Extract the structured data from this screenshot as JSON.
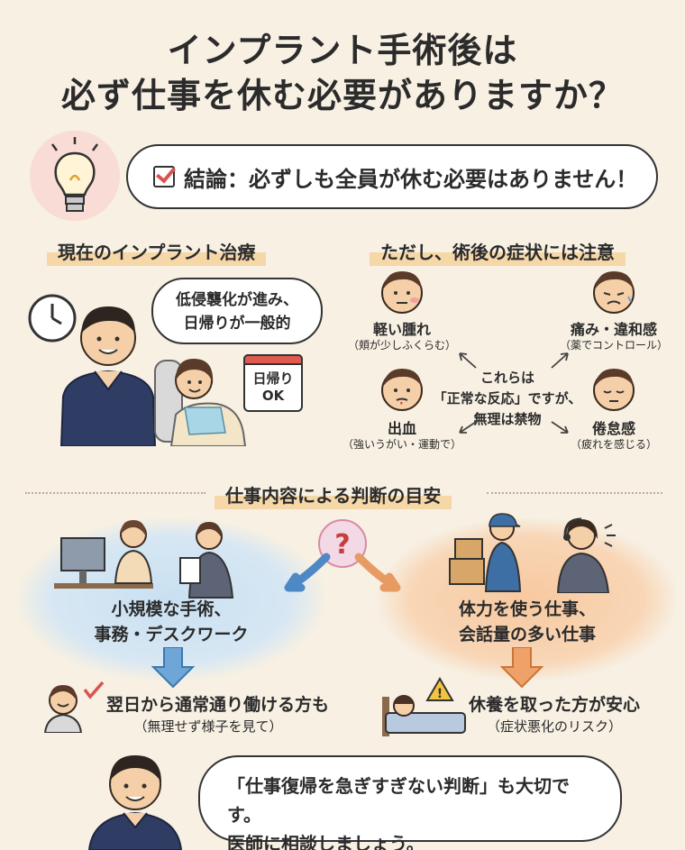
{
  "title": {
    "line1": "インプラント手術後は",
    "line2": "必ず仕事を休む必要がありますか？"
  },
  "conclusion": {
    "label": "結論：必ずしも全員が休む必要はありません！",
    "icon": "checkbox-icon"
  },
  "current": {
    "heading": "現在のインプラント治療",
    "bubble_line1": "低侵襲化が進み、",
    "bubble_line2": "日帰りが一般的",
    "calendar_line1": "日帰り",
    "calendar_line2": "OK"
  },
  "symptoms": {
    "heading": "ただし、術後の症状には注意",
    "center_line1": "これらは",
    "center_line2": "「正常な反応」ですが、",
    "center_line3": "無理は禁物",
    "items": [
      {
        "name": "軽い腫れ",
        "sub": "（頬が少しふくらむ）"
      },
      {
        "name": "痛み・違和感",
        "sub": "（薬でコントロール）"
      },
      {
        "name": "出血",
        "sub": "（強いうがい・運動で）"
      },
      {
        "name": "倦怠感",
        "sub": "（疲れを感じる）"
      }
    ]
  },
  "judgement": {
    "heading": "仕事内容による判断の目安",
    "left_line1": "小規模な手術、",
    "left_line2": "事務・デスクワーク",
    "left_result": "翌日から通常通り働ける方も",
    "left_result_sub": "（無理せず様子を見て）",
    "right_line1": "体力を使う仕事、",
    "right_line2": "会話量の多い仕事",
    "right_result": "休養を取った方が安心",
    "right_result_sub": "（症状悪化のリスク）"
  },
  "footer": {
    "line1": "「仕事復帰を急ぎすぎない判断」も大切です。",
    "line2": "医師に相談しましょう。"
  },
  "colors": {
    "background": "#f7f0e3",
    "highlight": "#f6d7a8",
    "blue_area": "#d7e7f3",
    "orange_area": "#f8d6b6",
    "scrubs": "#2f3d64",
    "accent_red": "#d9534f"
  }
}
